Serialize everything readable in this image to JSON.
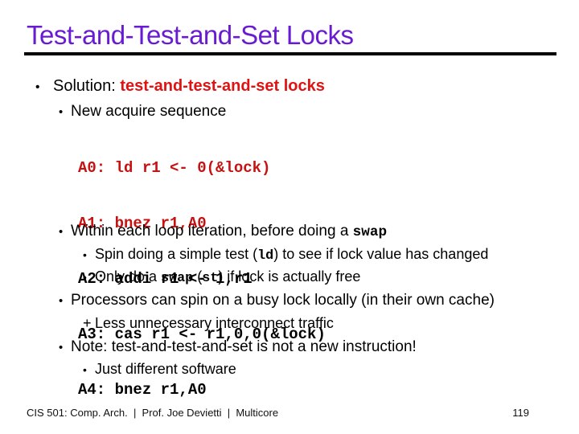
{
  "colors": {
    "title-purple": "#691BD2",
    "accent-red": "#E01313",
    "code-red": "#C51212",
    "rule-black": "#000000"
  },
  "title": "Test-and-Test-and-Set Locks",
  "bullets": {
    "dot": "•",
    "plus": "+"
  },
  "body": {
    "solution": {
      "label": "Solution: ",
      "highlight": "test-and-test-and-set locks"
    },
    "acquire": "New acquire sequence",
    "code": {
      "lines": [
        {
          "text": "A0: ld r1 <- 0(&lock)",
          "style": "red"
        },
        {
          "text": "A1: bnez r1,A0",
          "style": "red"
        },
        {
          "text": "A2: addi r1 <- 1,r1",
          "style": "black"
        },
        {
          "text": "A3: cas r1 <- r1,0,0(&lock)",
          "style": "black"
        },
        {
          "text": "A4: bnez r1,A0",
          "style": "black"
        }
      ]
    },
    "within": {
      "pre": "Within each loop iteration, before doing a ",
      "code": "swap"
    },
    "spin": {
      "pre": "Spin doing a simple test (",
      "code": "ld",
      "post": ") to see if lock value has changed"
    },
    "only": {
      "pre": "Only do a ",
      "code1": "swap",
      "mid": " (",
      "code2": "st",
      "post": ") if lock is actually free"
    },
    "processors": "Processors can spin on a busy lock locally (in their own cache)",
    "less": "Less unnecessary interconnect traffic",
    "note": "Note: test-and-test-and-set is not a new instruction!",
    "just": "Just different software"
  },
  "footer": {
    "left": "CIS 501: Comp. Arch.  |  Prof. Joe Devietti  |  Multicore",
    "page": "119"
  }
}
